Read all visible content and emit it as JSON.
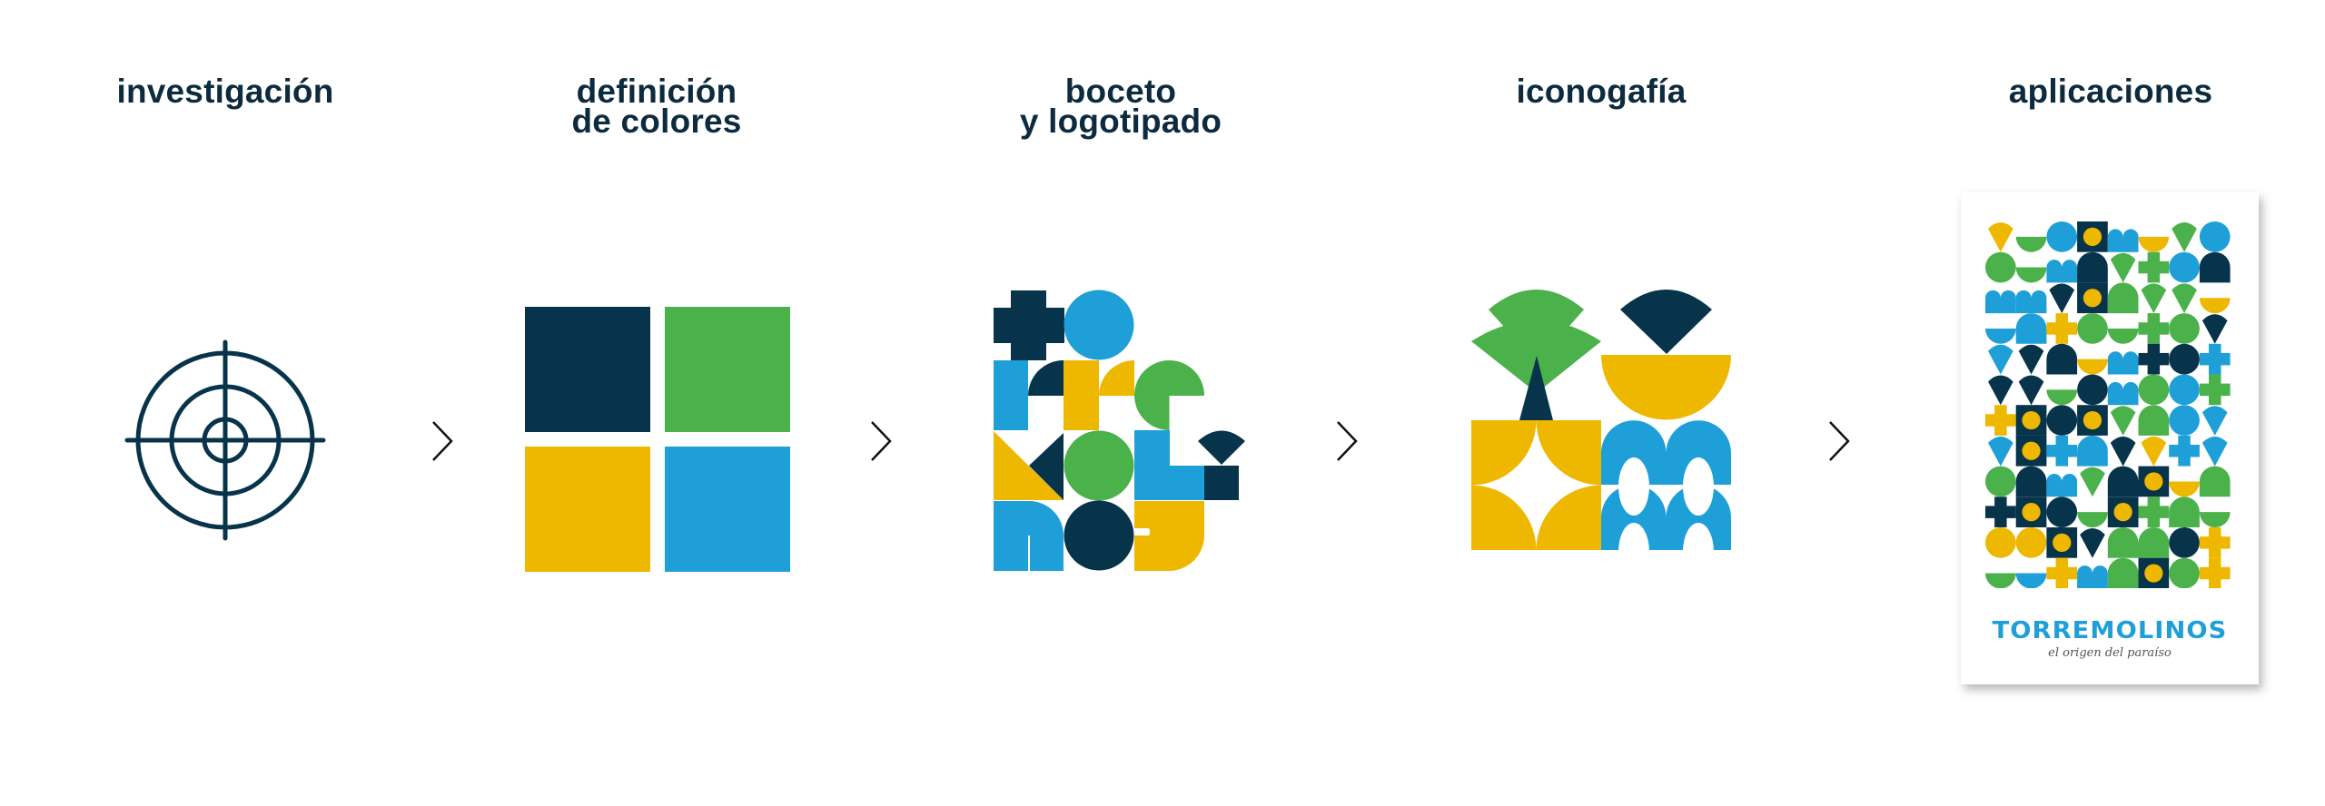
{
  "colors": {
    "navy": "#07344a",
    "green": "#4bb14b",
    "yellow": "#efb800",
    "blue": "#1f9fd8",
    "title": "#0d2b3e"
  },
  "steps": [
    {
      "title_lines": [
        "investigación"
      ],
      "icon": "target-icon"
    },
    {
      "title_lines": [
        "definición",
        "de colores"
      ],
      "icon": "color-palette"
    },
    {
      "title_lines": [
        "boceto",
        "y logotipado"
      ],
      "icon": "logo-sketch"
    },
    {
      "title_lines": [
        "iconogafía"
      ],
      "icon": "icon-set"
    },
    {
      "title_lines": [
        "aplicaciones"
      ],
      "icon": "poster"
    }
  ],
  "poster": {
    "title": "TORREMOLINOS",
    "subtitle": "el origen del paraíso"
  }
}
